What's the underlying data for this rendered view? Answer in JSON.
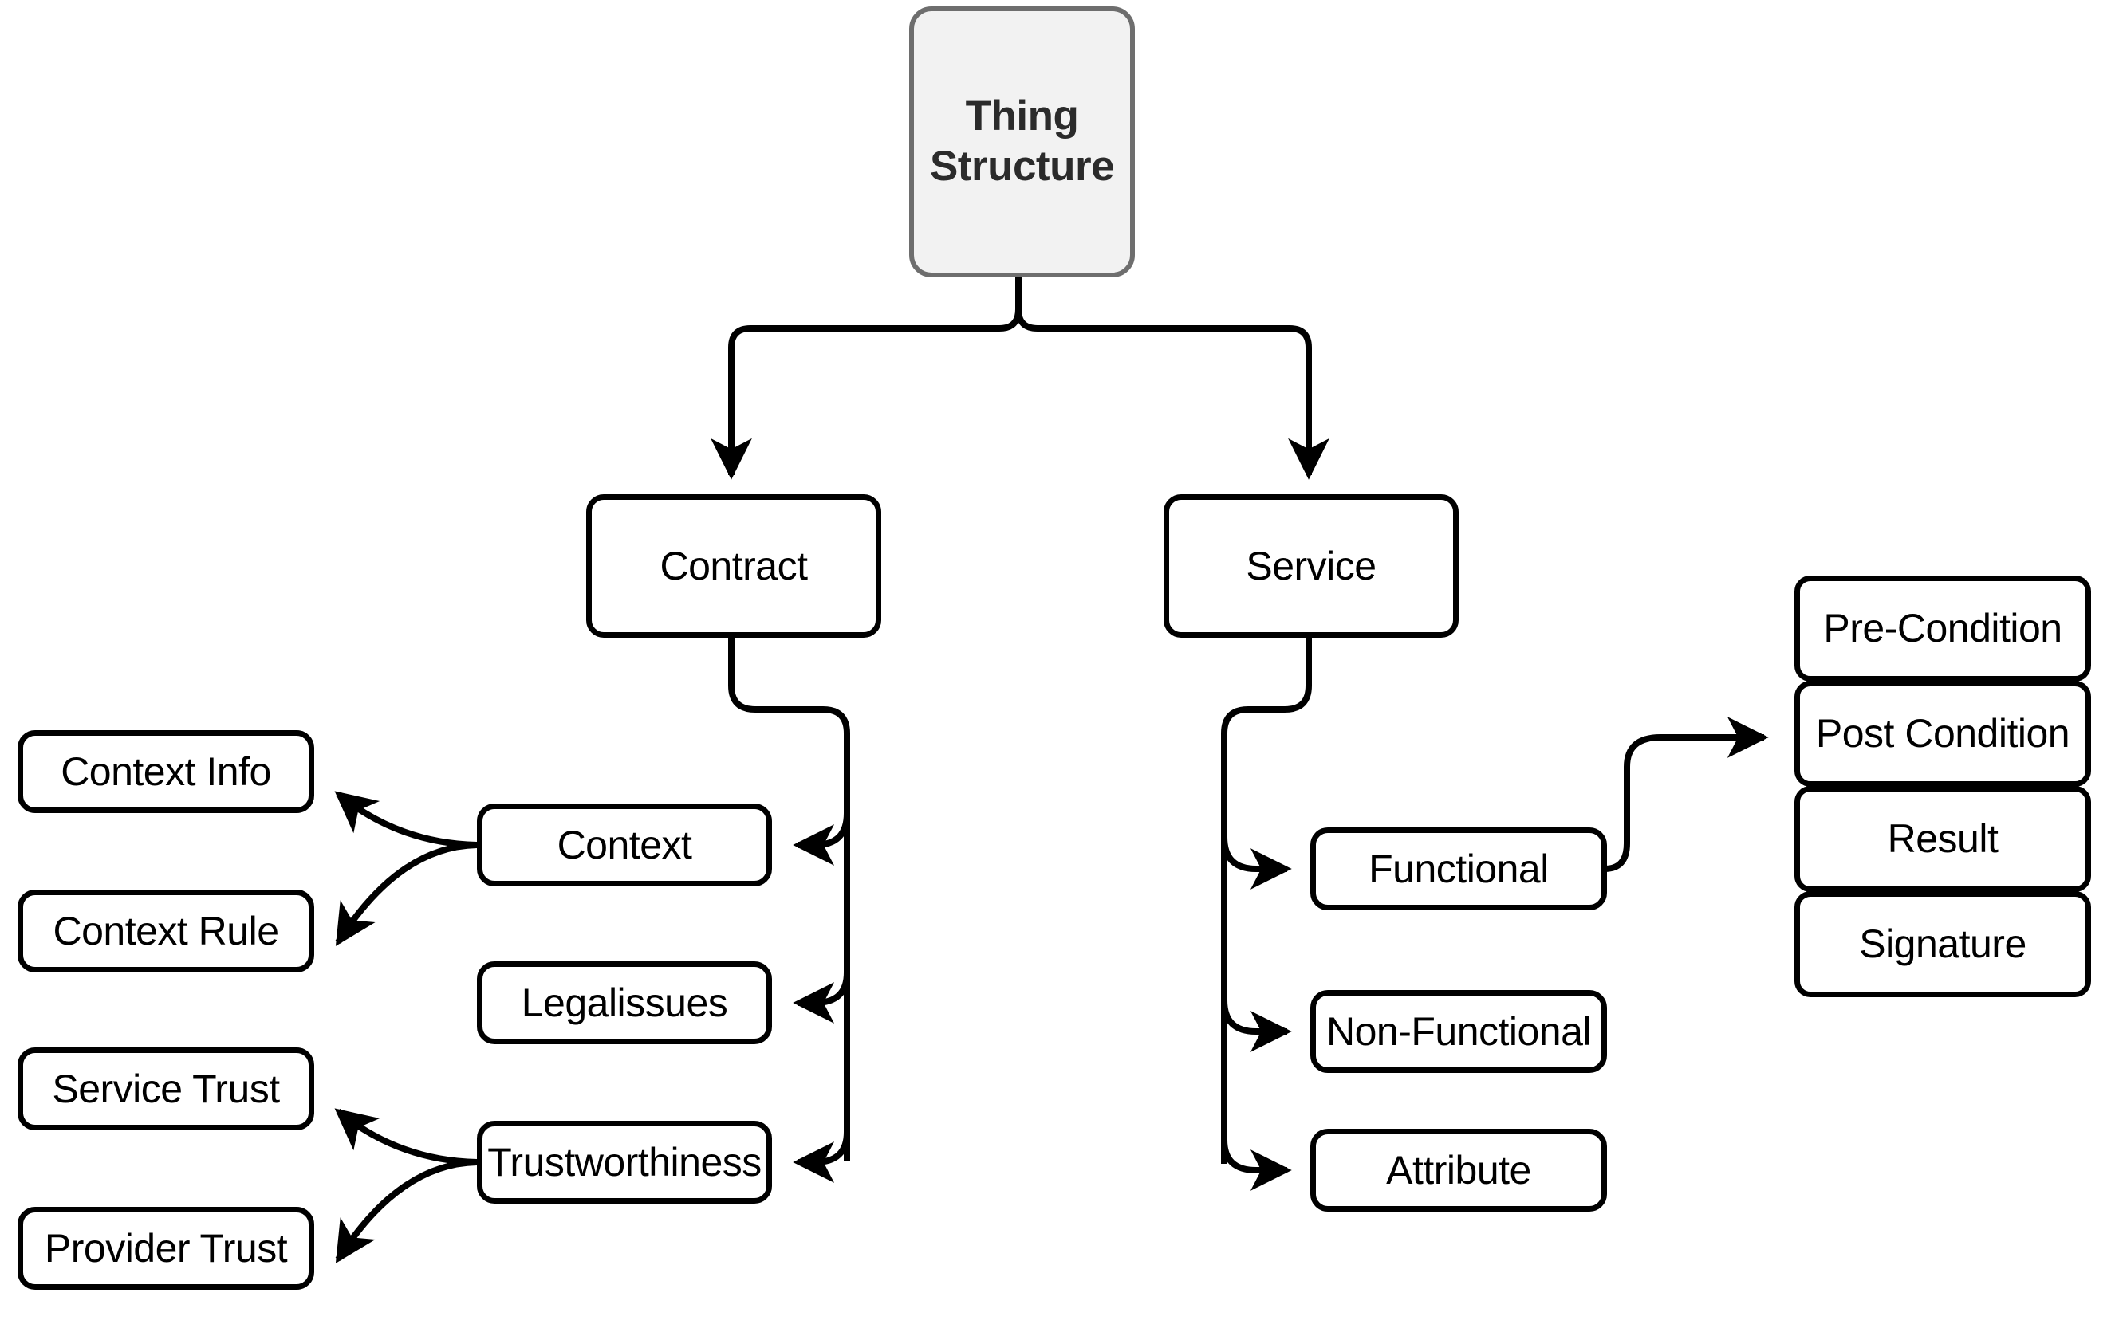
{
  "diagram": {
    "title": "Thing Structure",
    "background": "#ffffff",
    "stroke_color": "#000000",
    "root_fill": "#f2f2f2",
    "root_stroke": "#6e6e6e",
    "root_text_color": "#2b2b2b"
  },
  "nodes": {
    "root": {
      "label": "Thing\nStructure",
      "line1": "Thing",
      "line2": "Structure"
    },
    "contract": {
      "label": "Contract"
    },
    "service": {
      "label": "Service"
    },
    "context": {
      "label": "Context"
    },
    "legalissues": {
      "label": "Legalissues"
    },
    "trustworthiness": {
      "label": "Trustworthiness"
    },
    "context_info": {
      "label": "Context Info"
    },
    "context_rule": {
      "label": "Context Rule"
    },
    "service_trust": {
      "label": "Service Trust"
    },
    "provider_trust": {
      "label": "Provider Trust"
    },
    "functional": {
      "label": "Functional"
    },
    "non_functional": {
      "label": "Non-Functional"
    },
    "attribute": {
      "label": "Attribute"
    },
    "pre_condition": {
      "label": "Pre-Condition"
    },
    "post_condition": {
      "label": "Post Condition"
    },
    "result": {
      "label": "Result"
    },
    "signature": {
      "label": "Signature"
    }
  }
}
